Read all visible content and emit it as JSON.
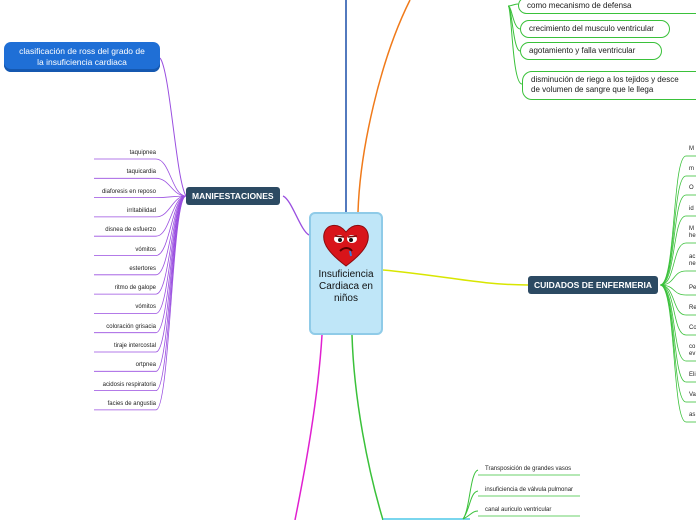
{
  "center": {
    "title_lines": [
      "Insuficiencia",
      "Cardiaca en",
      "niños"
    ]
  },
  "clasificacion": {
    "lines": [
      "clasificación de ross del grado de",
      "la insuficiencia cardiaca"
    ]
  },
  "manifestaciones": {
    "title": "MANIFESTACIONES",
    "items": [
      "taquipnea",
      "taquicardia",
      "diaforesis en reposo",
      "irritabilidad",
      "disnea de esfuerzo",
      "vómitos",
      "estertores",
      "ritmo de galope",
      "vómitos",
      "coloración grisacia",
      "tiraje intercostal",
      "ortpnea",
      "acidosis respiratoria",
      "facies de angustia"
    ]
  },
  "cuidados": {
    "title": "CUIDADOS DE ENFERMERIA",
    "items": [
      [
        "M"
      ],
      [
        "m"
      ],
      [
        "O"
      ],
      [
        "id"
      ],
      [
        "M",
        "he"
      ],
      [
        "ac",
        "ne"
      ],
      [
        "Pe"
      ],
      [
        "Re"
      ],
      [
        "Co"
      ],
      [
        "co",
        "ev"
      ],
      [
        "Eli"
      ],
      [
        "Va"
      ],
      [
        "as"
      ]
    ]
  },
  "compensacion": {
    "items": [
      [
        "como mecanismo de defensa"
      ],
      [
        "crecimiento del musculo ventricular"
      ],
      [
        "agotamiento y falla ventricular"
      ],
      [
        "disminución de riego a los tejidos y  desce",
        "de volumen de sangre que le llega"
      ]
    ]
  },
  "causas": {
    "items": [
      "Transposición de grandes vasos",
      "insuficiencia de válvula pulmonar",
      "canal auriculo ventricular"
    ]
  },
  "colors": {
    "purple": "#9a4fe0",
    "yellow": "#d8e600",
    "green": "#3ac13a",
    "orange": "#f07a1a",
    "blue": "#1a4fa8",
    "magenta": "#e020d0",
    "cyan": "#4fc8e8",
    "node_dark": "#2c4a63"
  }
}
